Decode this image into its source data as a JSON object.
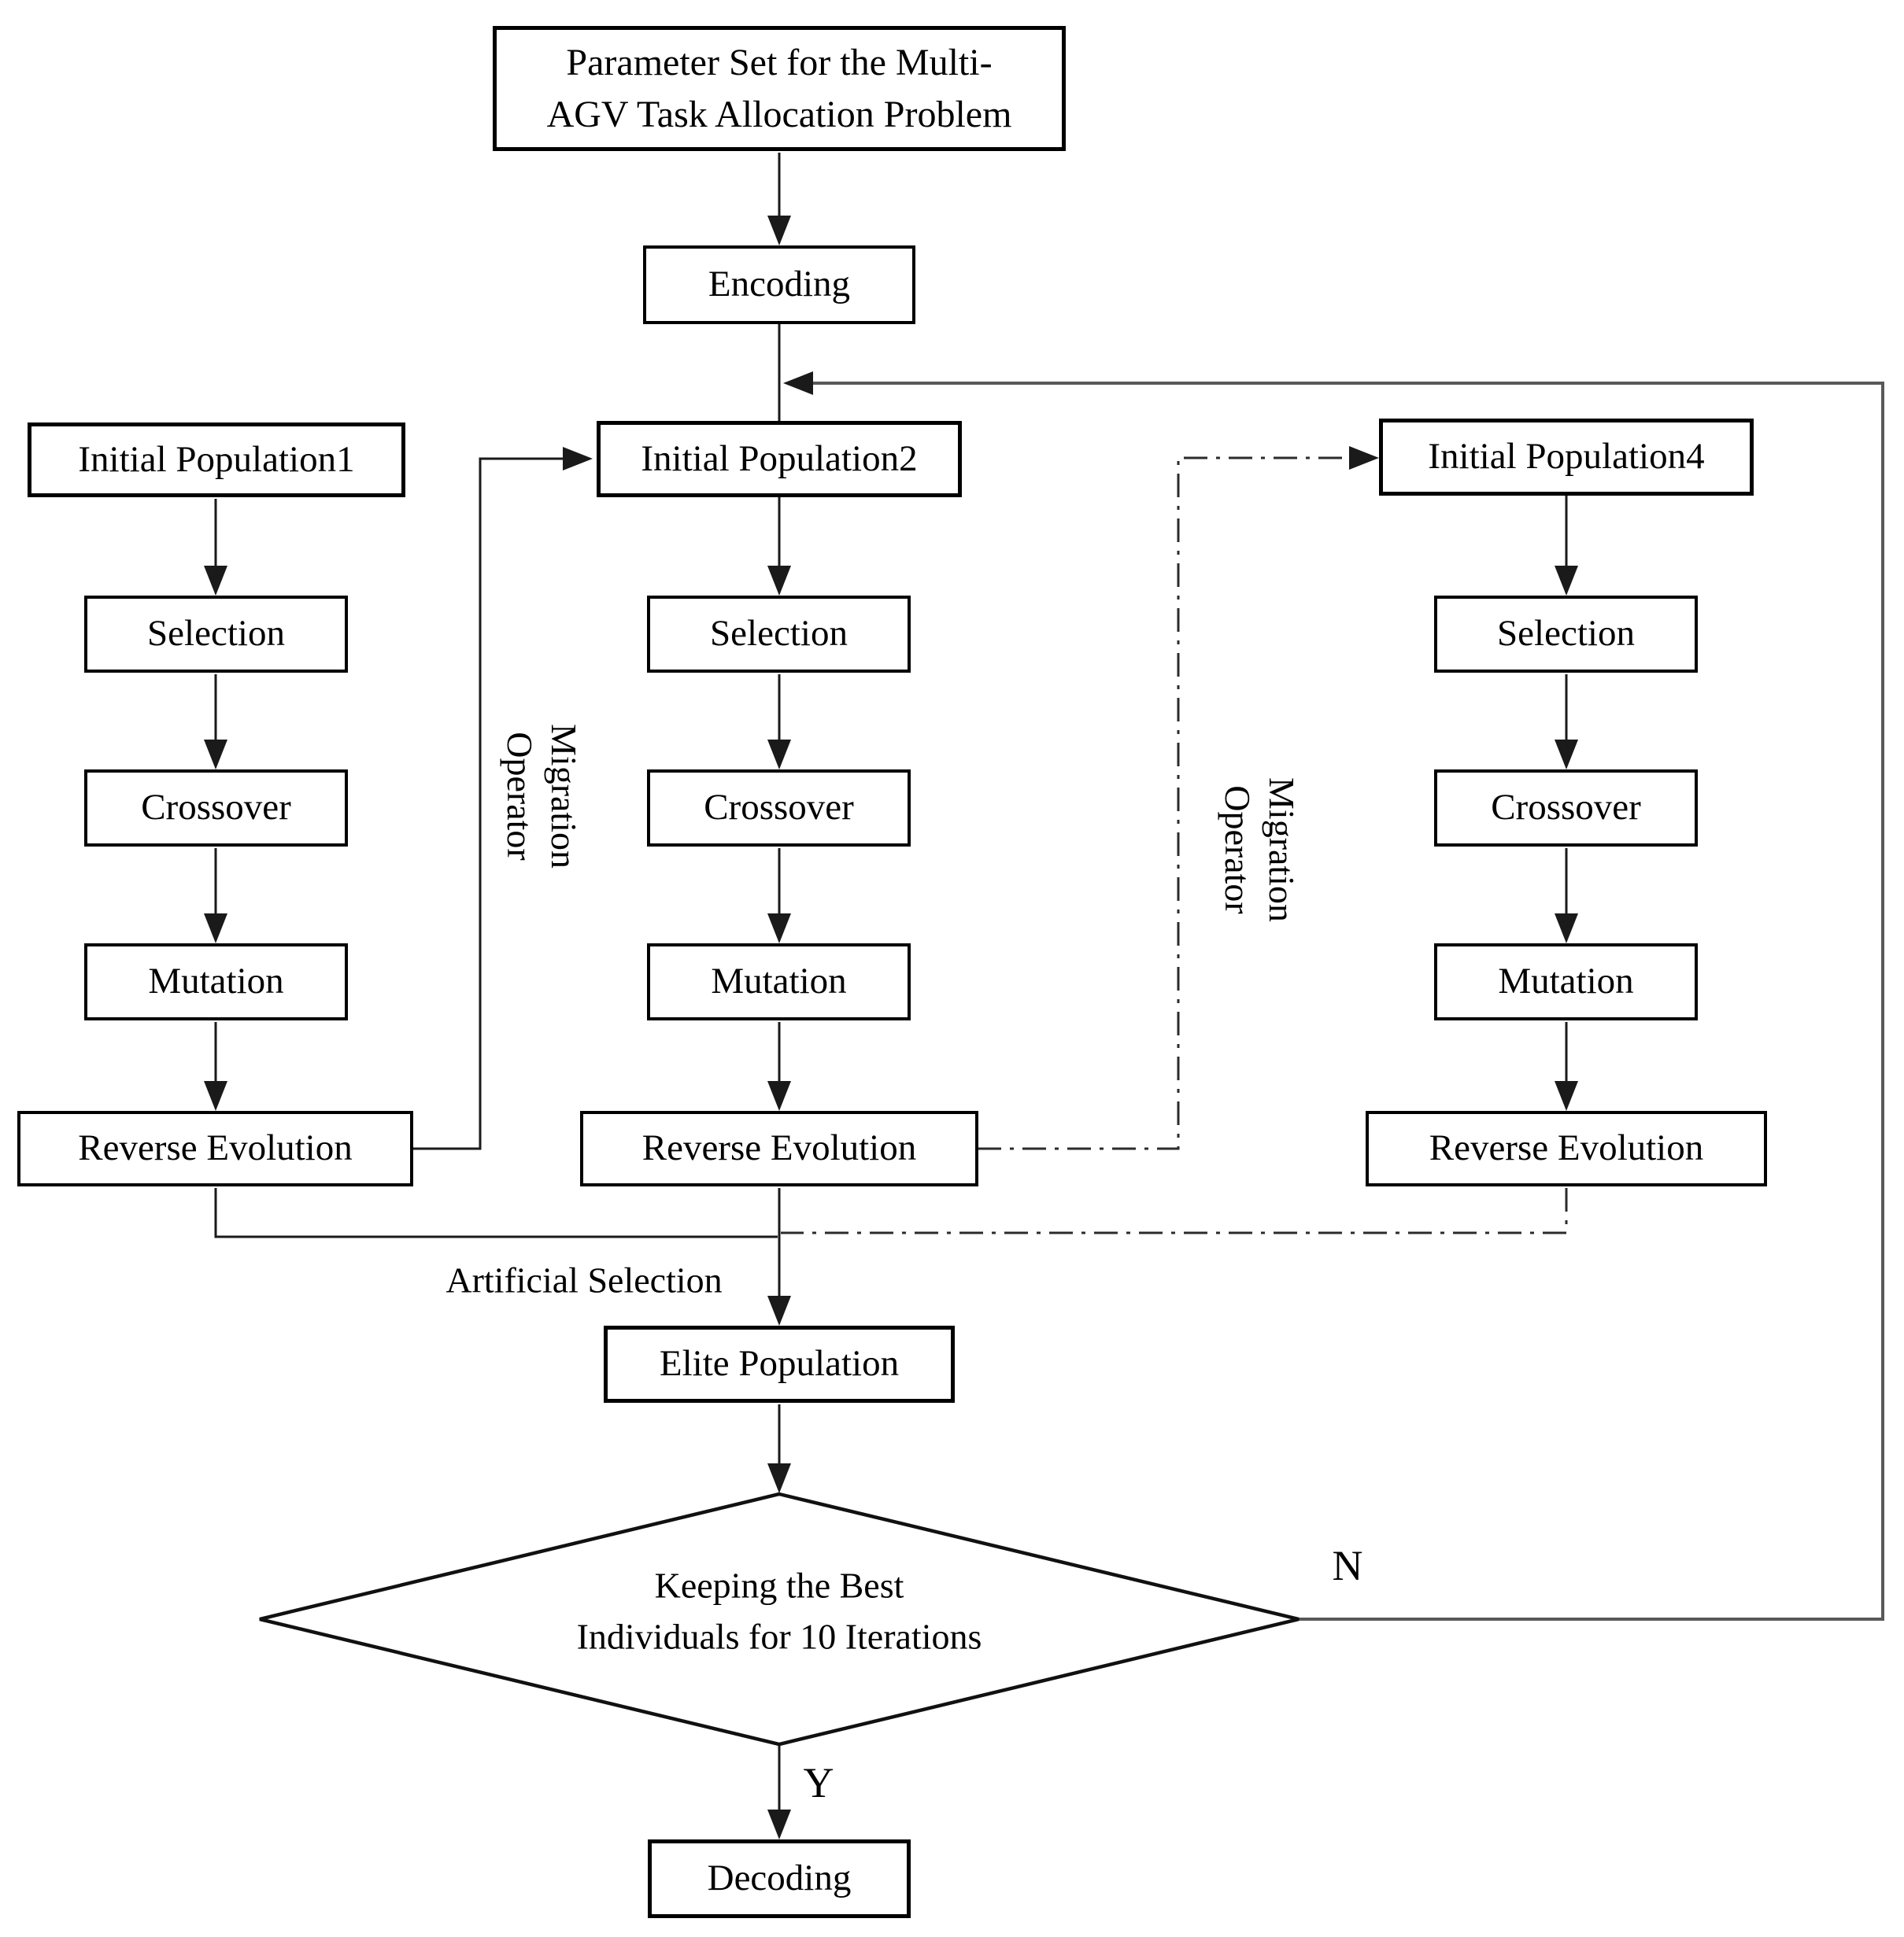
{
  "flowchart": {
    "parameter_box": {
      "line1": "Parameter Set for the Multi-",
      "line2": "AGV Task Allocation Problem"
    },
    "encoding": {
      "label": "Encoding"
    },
    "columns": [
      {
        "initial_population": "Initial Population1",
        "selection": "Selection",
        "crossover": "Crossover",
        "mutation": "Mutation",
        "reverse_evolution": "Reverse Evolution"
      },
      {
        "initial_population": "Initial Population2",
        "selection": "Selection",
        "crossover": "Crossover",
        "mutation": "Mutation",
        "reverse_evolution": "Reverse Evolution"
      },
      {
        "initial_population": "Initial Population4",
        "selection": "Selection",
        "crossover": "Crossover",
        "mutation": "Mutation",
        "reverse_evolution": "Reverse Evolution"
      }
    ],
    "migration_labels": [
      {
        "line1": "Migration",
        "line2": "Operator"
      },
      {
        "line1": "Migration",
        "line2": "Operator"
      }
    ],
    "artificial_selection_label": "Artificial Selection",
    "elite_population": {
      "label": "Elite Population"
    },
    "decision": {
      "line1": "Keeping the Best",
      "line2": "Individuals for 10 Iterations"
    },
    "decoding": {
      "label": "Decoding"
    },
    "branches": {
      "no": "N",
      "yes": "Y"
    },
    "colors": {
      "line": "#1a1a1a",
      "loopback_line": "#595959",
      "dashdot_line": "#2b2b2b",
      "box_border": "#000000",
      "box_fill": "#ffffff",
      "background": "#ffffff",
      "text": "#000000"
    }
  }
}
